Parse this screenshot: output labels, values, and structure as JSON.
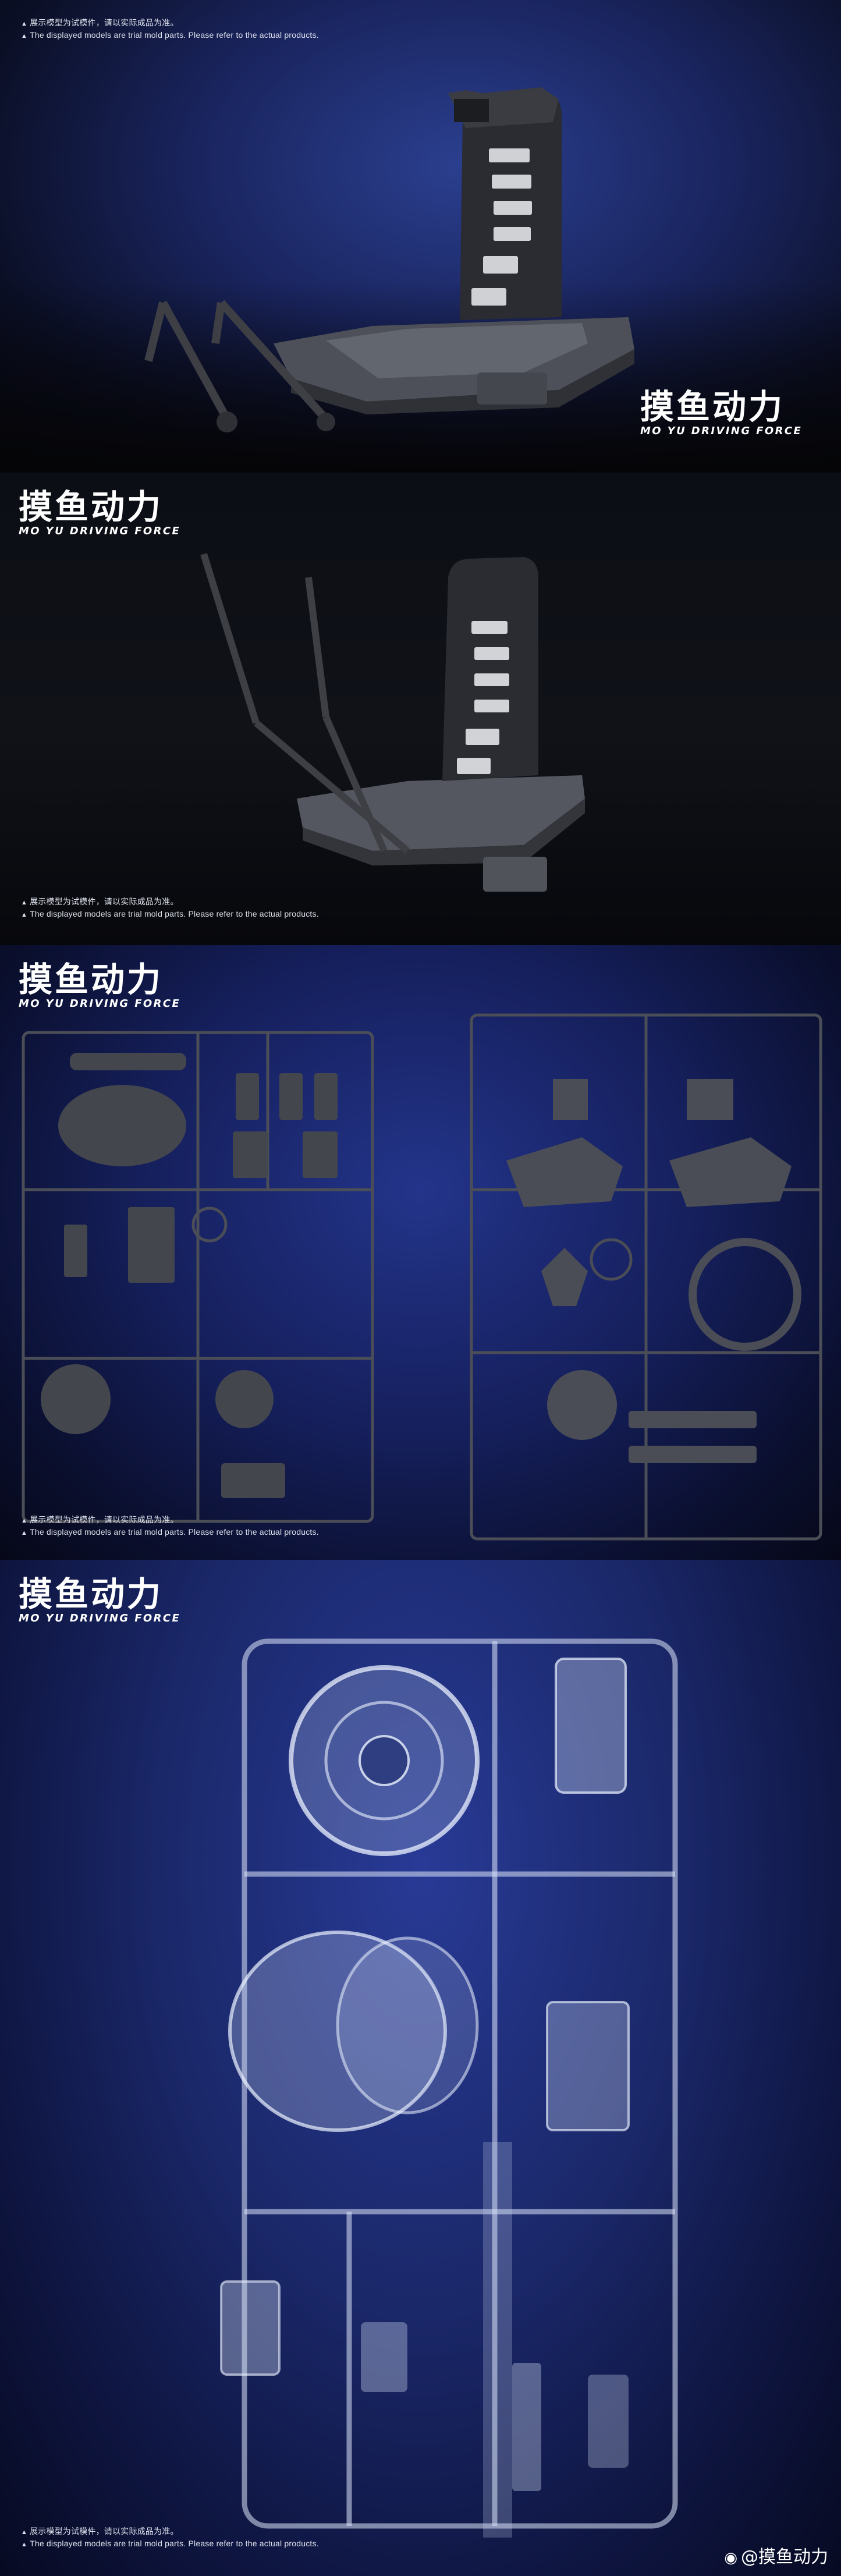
{
  "disclaimer": {
    "cn": "展示模型为试模件，请以实际成品为准。",
    "en": "The displayed models are trial mold parts. Please refer to the actual products."
  },
  "brand": {
    "cn": "摸鱼动力",
    "en": "MO YU DRIVING FORCE"
  },
  "watermark": {
    "text": "@摸鱼动力"
  },
  "colors": {
    "accent_blue": "#1a2768",
    "plastic_grey": "#5c5f66",
    "clear_part": "#d9e2f5"
  }
}
